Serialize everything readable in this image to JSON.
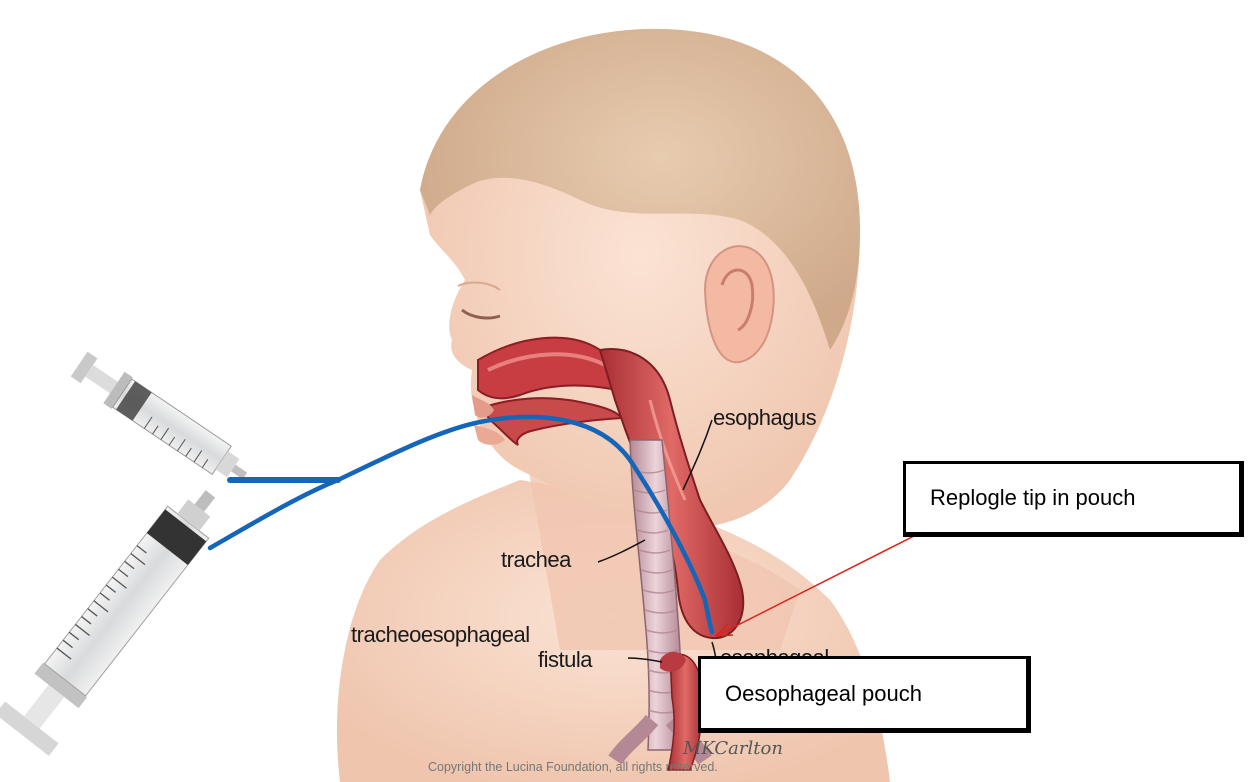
{
  "labels": {
    "esophagus": "esophagus",
    "trachea": "trachea",
    "fistula_line1": "tracheoesophageal",
    "fistula_line2": "fistula",
    "esophageal": "esophageal"
  },
  "callouts": {
    "replogle": "Replogle tip in pouch",
    "pouch": "Oesophageal pouch"
  },
  "footer": {
    "copyright": "Copyright the Lucina Foundation, all rights reserved.",
    "signature": "MKCarlton"
  },
  "colors": {
    "tube": "#1565b8",
    "arrow": "#e0201a",
    "skin": "#f6d3c0",
    "hair": "#d8b89a",
    "esophagus": "#c94a4a",
    "trachea": "#d8b6bf"
  },
  "icons": [
    "syringe-small-icon",
    "syringe-large-icon"
  ]
}
